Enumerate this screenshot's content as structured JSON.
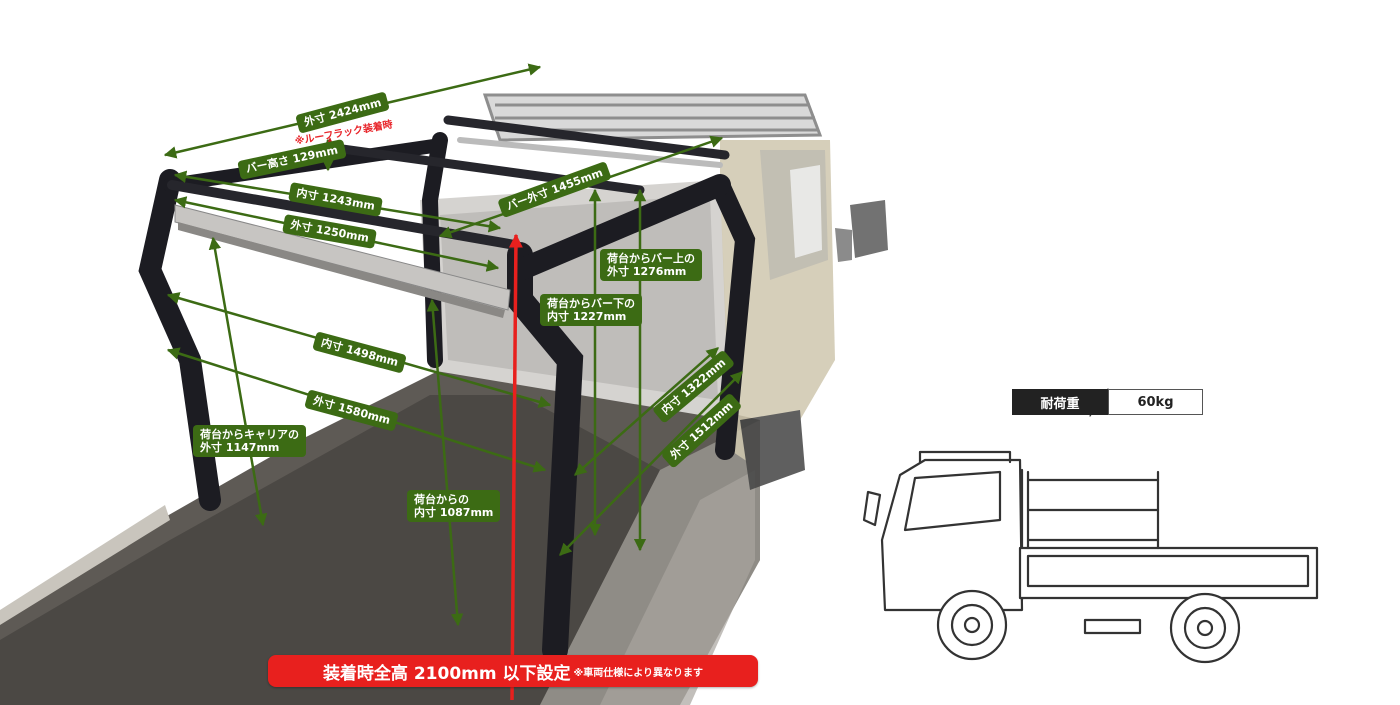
{
  "labels": {
    "outer_length": "外寸 2424mm",
    "roof_rack_note": "※ルーフラック装着時",
    "bar_height": "バー高さ 129mm",
    "inner_width": "内寸 1243mm",
    "outer_width": "外寸 1250mm",
    "bar_outer": "バー外寸 1455mm",
    "bar_top_line1": "荷台からバー上の",
    "bar_top_line2": "外寸 1276mm",
    "bar_bottom_line1": "荷台からバー下の",
    "bar_bottom_line2": "内寸 1227mm",
    "inner_1498": "内寸 1498mm",
    "outer_1580": "外寸 1580mm",
    "carrier_line1": "荷台からキャリアの",
    "carrier_line2": "外寸 1147mm",
    "inner_1087_line1": "荷台からの",
    "inner_1087_line2": "内寸 1087mm",
    "inner_1322": "内寸 1322mm",
    "outer_1512": "外寸 1512mm"
  },
  "banner": {
    "main": "装着時全高 2100mm 以下設定",
    "note": "※車両仕様により異なります"
  },
  "load": {
    "label": "耐荷重",
    "value": "60kg"
  },
  "colors": {
    "tag_green": "#3c6b14",
    "arrow_green": "#3c6b14",
    "red": "#e8201e",
    "frame": "#1c1c22"
  }
}
